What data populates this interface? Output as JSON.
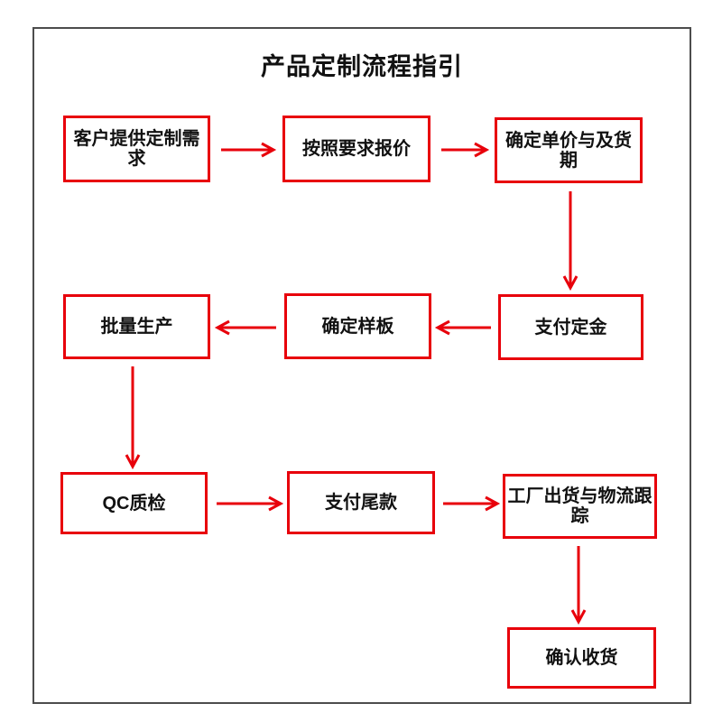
{
  "title": "产品定制流程指引",
  "colors": {
    "accent-red": "#e8000b",
    "frame-gray": "#4d4d4d",
    "text-black": "#111111",
    "background": "#ffffff"
  },
  "nodes": [
    {
      "id": "customer-requirements",
      "label": "客户提供定制需求"
    },
    {
      "id": "quote",
      "label": "按照要求报价"
    },
    {
      "id": "confirm-price-delivery",
      "label": "确定单价与及货期"
    },
    {
      "id": "pay-deposit",
      "label": "支付定金"
    },
    {
      "id": "confirm-sample",
      "label": "确定样板"
    },
    {
      "id": "batch-production",
      "label": "批量生产"
    },
    {
      "id": "qc-inspection",
      "label": "QC质检"
    },
    {
      "id": "pay-balance",
      "label": "支付尾款"
    },
    {
      "id": "factory-shipping",
      "label": "工厂出货与物流跟踪"
    },
    {
      "id": "confirm-receipt",
      "label": "确认收货"
    }
  ],
  "edges": [
    {
      "from": "customer-requirements",
      "to": "quote"
    },
    {
      "from": "quote",
      "to": "confirm-price-delivery"
    },
    {
      "from": "confirm-price-delivery",
      "to": "pay-deposit"
    },
    {
      "from": "pay-deposit",
      "to": "confirm-sample"
    },
    {
      "from": "confirm-sample",
      "to": "batch-production"
    },
    {
      "from": "batch-production",
      "to": "qc-inspection"
    },
    {
      "from": "qc-inspection",
      "to": "pay-balance"
    },
    {
      "from": "pay-balance",
      "to": "factory-shipping"
    },
    {
      "from": "factory-shipping",
      "to": "confirm-receipt"
    }
  ]
}
